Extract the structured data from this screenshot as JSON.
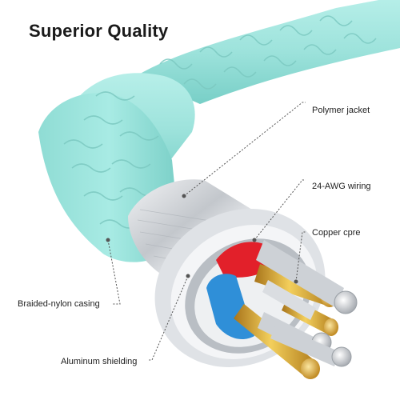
{
  "heading": {
    "title": "Superior Quality"
  },
  "callouts": {
    "polymer_jacket": "Polymer jacket",
    "awg_wiring": "24-AWG wiring",
    "copper_core": "Copper cpre",
    "braided_casing": "Braided-nylon casing",
    "aluminum_shielding": "Aluminum shielding"
  },
  "colors": {
    "cable_teal": "#9ee3dc",
    "cable_teal_dark": "#6cc7bf",
    "shield_silver": "#c9ccd0",
    "wire_red": "#e2202a",
    "wire_blue": "#2f8fd8",
    "core_gold": "#d9a328",
    "callout_line": "#555555"
  }
}
